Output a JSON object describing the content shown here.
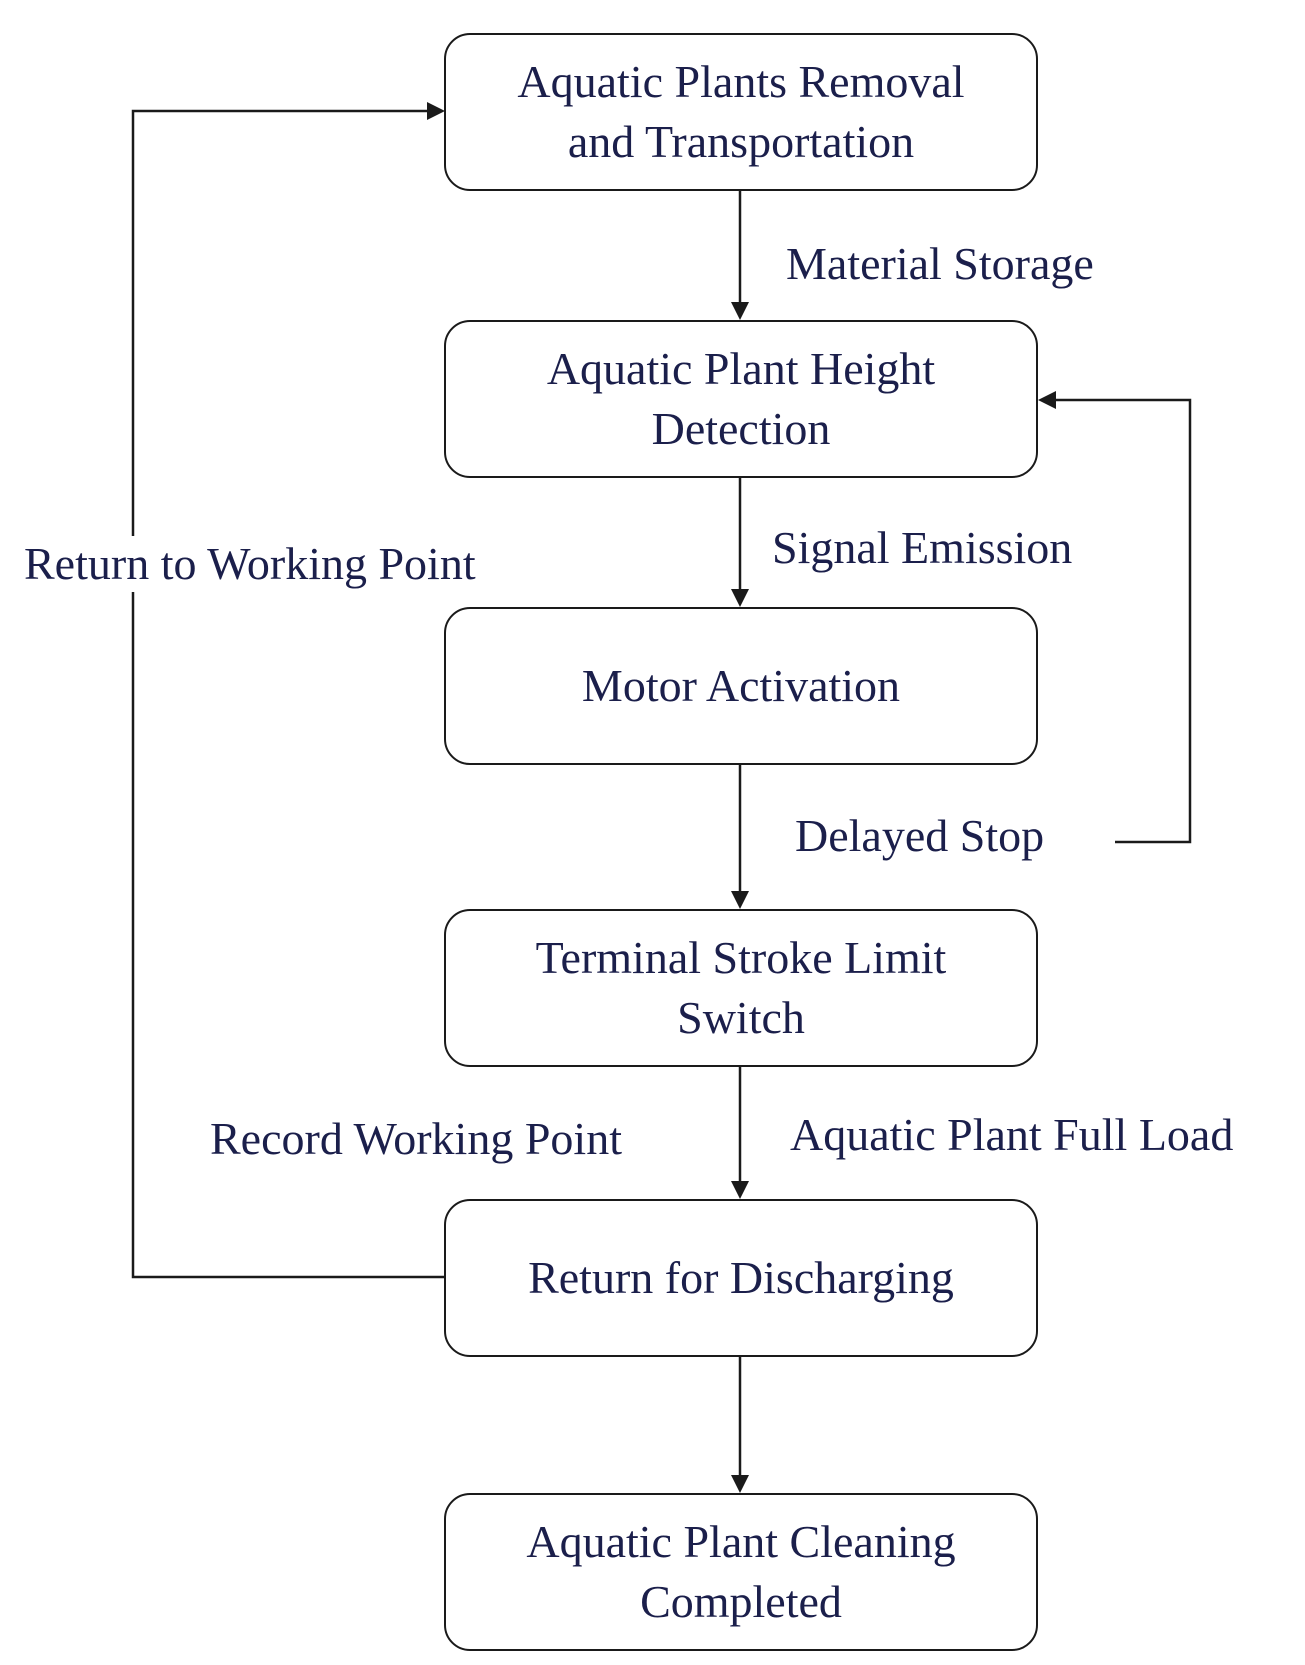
{
  "nodes": [
    {
      "id": "removal",
      "lines": [
        "Aquatic Plants Removal",
        "and Transportation"
      ]
    },
    {
      "id": "height",
      "lines": [
        "Aquatic Plant Height",
        "Detection"
      ]
    },
    {
      "id": "motor",
      "lines": [
        "Motor Activation"
      ]
    },
    {
      "id": "limit",
      "lines": [
        "Terminal Stroke Limit",
        "Switch"
      ]
    },
    {
      "id": "discharge",
      "lines": [
        "Return for Discharging"
      ]
    },
    {
      "id": "complete",
      "lines": [
        "Aquatic Plant Cleaning",
        "Completed"
      ]
    }
  ],
  "edge_labels": {
    "material_storage": "Material Storage",
    "signal_emission": "Signal Emission",
    "delayed_stop": "Delayed Stop",
    "full_load": "Aquatic Plant Full Load",
    "record_working_point": "Record Working Point",
    "return_to_working_point": "Return to Working Point"
  },
  "colors": {
    "text": "#1b1f4b",
    "line": "#1a1a1a"
  }
}
